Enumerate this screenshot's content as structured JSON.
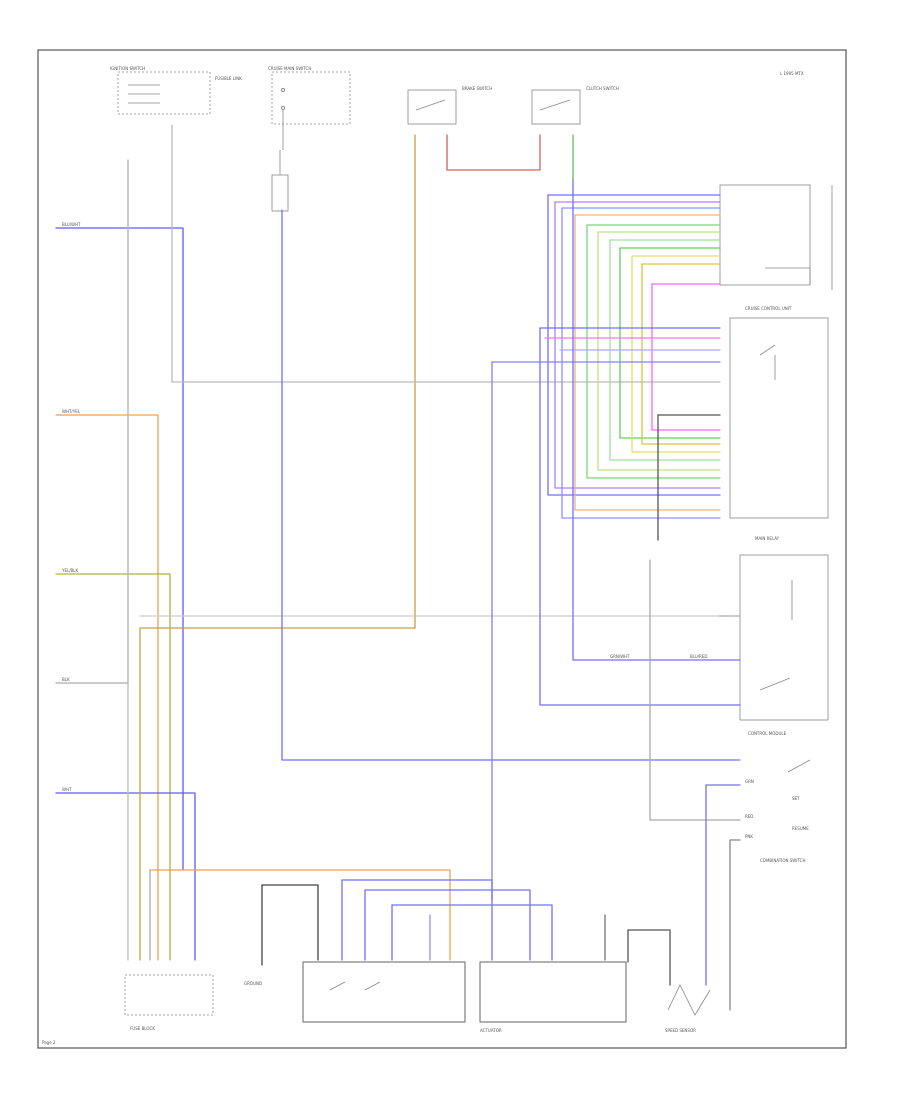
{
  "page": {
    "corner_code": "L 1995 MTX",
    "page_label": "Page 2"
  },
  "labels": {
    "ignition_switch": "IGNITION SWITCH",
    "fusible_link": "FUSIBLE LINK",
    "cruise_main_switch": "CRUISE MAIN SWITCH",
    "brake_switch": "BRAKE SWITCH",
    "clutch_switch": "CLUTCH SWITCH",
    "cruise_control_unit": "CRUISE CONTROL UNIT",
    "control_module": "CONTROL MODULE",
    "main_relay": "MAIN RELAY",
    "fuse_block": "FUSE BLOCK",
    "actuator": "ACTUATOR",
    "speed_sensor": "SPEED SENSOR",
    "combination_switch": "COMBINATION SWITCH",
    "ground": "GROUND",
    "set_switch": "SET",
    "resume_switch": "RESUME"
  },
  "wire_labels": {
    "blu_wht": "BLU/WHT",
    "wht_yel": "WHT/YEL",
    "yel_blk": "YEL/BLK",
    "blk": "BLK",
    "wht": "WHT",
    "grn_wht": "GRN/WHT",
    "grn": "GRN",
    "red": "RED",
    "pnk": "PNK",
    "blu_red": "BLU/RED"
  }
}
